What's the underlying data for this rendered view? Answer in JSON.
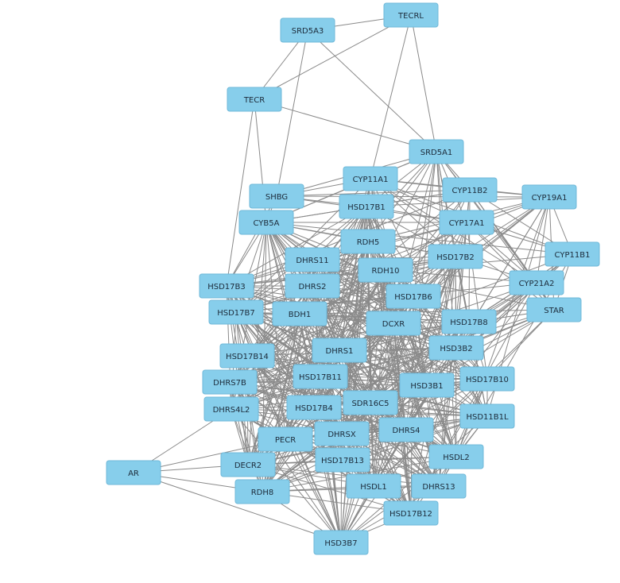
{
  "colors": {
    "node_fill": "#87ceeb",
    "node_stroke": "#6fb8d8",
    "edge": "#8a8a8a",
    "background": "#ffffff"
  },
  "nodes": [
    {
      "id": "TECRL",
      "label": "TECRL"
    },
    {
      "id": "SRD5A3",
      "label": "SRD5A3"
    },
    {
      "id": "TECR",
      "label": "TECR"
    },
    {
      "id": "SRD5A1",
      "label": "SRD5A1"
    },
    {
      "id": "CYP11A1",
      "label": "CYP11A1"
    },
    {
      "id": "CYP11B2",
      "label": "CYP11B2"
    },
    {
      "id": "CYP19A1",
      "label": "CYP19A1"
    },
    {
      "id": "SHBG",
      "label": "SHBG"
    },
    {
      "id": "HSD17B1",
      "label": "HSD17B1"
    },
    {
      "id": "CYP17A1",
      "label": "CYP17A1"
    },
    {
      "id": "CYB5A",
      "label": "CYB5A"
    },
    {
      "id": "RDH5",
      "label": "RDH5"
    },
    {
      "id": "CYP11B1",
      "label": "CYP11B1"
    },
    {
      "id": "HSD17B2",
      "label": "HSD17B2"
    },
    {
      "id": "DHRS11",
      "label": "DHRS11"
    },
    {
      "id": "RDH10",
      "label": "RDH10"
    },
    {
      "id": "CYP21A2",
      "label": "CYP21A2"
    },
    {
      "id": "HSD17B3",
      "label": "HSD17B3"
    },
    {
      "id": "DHRS2",
      "label": "DHRS2"
    },
    {
      "id": "HSD17B6",
      "label": "HSD17B6"
    },
    {
      "id": "STAR",
      "label": "STAR"
    },
    {
      "id": "HSD17B7",
      "label": "HSD17B7"
    },
    {
      "id": "BDH1",
      "label": "BDH1"
    },
    {
      "id": "DCXR",
      "label": "DCXR"
    },
    {
      "id": "HSD17B8",
      "label": "HSD17B8"
    },
    {
      "id": "HSD3B2",
      "label": "HSD3B2"
    },
    {
      "id": "DHRS1",
      "label": "DHRS1"
    },
    {
      "id": "HSD17B14",
      "label": "HSD17B14"
    },
    {
      "id": "HSD17B11",
      "label": "HSD17B11"
    },
    {
      "id": "HSD17B10",
      "label": "HSD17B10"
    },
    {
      "id": "DHRS7B",
      "label": "DHRS7B"
    },
    {
      "id": "HSD3B1",
      "label": "HSD3B1"
    },
    {
      "id": "SDR16C5",
      "label": "SDR16C5"
    },
    {
      "id": "HSD17B4",
      "label": "HSD17B4"
    },
    {
      "id": "DHRS4L2",
      "label": "DHRS4L2"
    },
    {
      "id": "HSD11B1L",
      "label": "HSD11B1L"
    },
    {
      "id": "DHRS4",
      "label": "DHRS4"
    },
    {
      "id": "DHRSX",
      "label": "DHRSX"
    },
    {
      "id": "PECR",
      "label": "PECR"
    },
    {
      "id": "HSDL2",
      "label": "HSDL2"
    },
    {
      "id": "HSD17B13",
      "label": "HSD17B13"
    },
    {
      "id": "DECR2",
      "label": "DECR2"
    },
    {
      "id": "AR",
      "label": "AR"
    },
    {
      "id": "HSDL1",
      "label": "HSDL1"
    },
    {
      "id": "DHRS13",
      "label": "DHRS13"
    },
    {
      "id": "RDH8",
      "label": "RDH8"
    },
    {
      "id": "HSD17B12",
      "label": "HSD17B12"
    },
    {
      "id": "HSD3B7",
      "label": "HSD3B7"
    }
  ],
  "edges": [
    [
      "SRD5A3",
      "TECRL"
    ],
    [
      "SRD5A3",
      "TECR"
    ],
    [
      "SRD5A3",
      "SRD5A1"
    ],
    [
      "SRD5A3",
      "SHBG"
    ],
    [
      "TECRL",
      "TECR"
    ],
    [
      "TECRL",
      "SRD5A1"
    ],
    [
      "TECRL",
      "CYP11A1"
    ],
    [
      "TECR",
      "SRD5A1"
    ],
    [
      "TECR",
      "CYB5A"
    ],
    [
      "TECR",
      "HSD17B3"
    ],
    [
      "SRD5A1",
      "CYP11A1"
    ],
    [
      "SRD5A1",
      "CYP11B2"
    ],
    [
      "SRD5A1",
      "CYP17A1"
    ],
    [
      "SRD5A1",
      "HSD17B1"
    ],
    [
      "SRD5A1",
      "CYB5A"
    ],
    [
      "SRD5A1",
      "SHBG"
    ],
    [
      "SRD5A1",
      "RDH5"
    ],
    [
      "SRD5A1",
      "HSD17B2"
    ],
    [
      "SRD5A1",
      "CYP21A2"
    ],
    [
      "SRD5A1",
      "HSD3B2"
    ],
    [
      "SRD5A1",
      "STAR"
    ],
    [
      "CYP11A1",
      "CYP11B2"
    ],
    [
      "CYP11A1",
      "CYP19A1"
    ],
    [
      "CYP11A1",
      "SHBG"
    ],
    [
      "CYP11A1",
      "CYP17A1"
    ],
    [
      "CYP11A1",
      "CYP11B1"
    ],
    [
      "CYP11A1",
      "CYP21A2"
    ],
    [
      "CYP11A1",
      "STAR"
    ],
    [
      "CYP11A1",
      "HSD3B2"
    ],
    [
      "CYP11A1",
      "HSD3B1"
    ],
    [
      "CYP11A1",
      "CYB5A"
    ],
    [
      "CYP11A1",
      "HSD17B1"
    ],
    [
      "CYP11B2",
      "CYP19A1"
    ],
    [
      "CYP11B2",
      "CYP17A1"
    ],
    [
      "CYP11B2",
      "CYP11B1"
    ],
    [
      "CYP11B2",
      "CYP21A2"
    ],
    [
      "CYP11B2",
      "STAR"
    ],
    [
      "CYP11B2",
      "HSD3B2"
    ],
    [
      "CYP11B2",
      "HSD17B1"
    ],
    [
      "CYP19A1",
      "CYP17A1"
    ],
    [
      "CYP19A1",
      "CYP11B1"
    ],
    [
      "CYP19A1",
      "CYP21A2"
    ],
    [
      "CYP19A1",
      "STAR"
    ],
    [
      "CYP19A1",
      "HSD3B2"
    ],
    [
      "CYP19A1",
      "HSD17B1"
    ],
    [
      "CYP19A1",
      "HSD17B2"
    ],
    [
      "CYP19A1",
      "SHBG"
    ],
    [
      "CYP17A1",
      "CYP11B1"
    ],
    [
      "CYP17A1",
      "CYP21A2"
    ],
    [
      "CYP17A1",
      "STAR"
    ],
    [
      "CYP17A1",
      "HSD3B2"
    ],
    [
      "CYP17A1",
      "HSD3B1"
    ],
    [
      "CYP17A1",
      "HSD17B1"
    ],
    [
      "CYP17A1",
      "HSD17B3"
    ],
    [
      "CYP17A1",
      "CYB5A"
    ],
    [
      "CYP17A1",
      "SHBG"
    ],
    [
      "CYP11B1",
      "CYP21A2"
    ],
    [
      "CYP11B1",
      "STAR"
    ],
    [
      "CYP11B1",
      "HSD3B2"
    ],
    [
      "CYP11B1",
      "HSD3B1"
    ],
    [
      "CYP21A2",
      "STAR"
    ],
    [
      "CYP21A2",
      "HSD3B2"
    ],
    [
      "CYP21A2",
      "HSD3B1"
    ],
    [
      "CYP21A2",
      "HSD17B8"
    ],
    [
      "STAR",
      "HSD3B2"
    ],
    [
      "STAR",
      "HSD3B1"
    ],
    [
      "STAR",
      "HSD17B10"
    ],
    [
      "SHBG",
      "HSD17B1"
    ],
    [
      "SHBG",
      "CYB5A"
    ],
    [
      "SHBG",
      "HSD17B3"
    ],
    [
      "SHBG",
      "CYP11B2"
    ],
    [
      "CYB5A",
      "HSD17B1"
    ],
    [
      "CYB5A",
      "RDH5"
    ],
    [
      "CYB5A",
      "HSD17B2"
    ],
    [
      "CYB5A",
      "CYP11B2"
    ],
    [
      "AR",
      "DHRS4L2"
    ],
    [
      "AR",
      "DECR2"
    ],
    [
      "AR",
      "RDH8"
    ],
    [
      "AR",
      "HSD3B7"
    ],
    [
      "AR",
      "PECR"
    ]
  ],
  "dense_cluster": [
    "HSD17B1",
    "HSD17B2",
    "HSD17B3",
    "HSD17B4",
    "HSD17B6",
    "HSD17B7",
    "HSD17B8",
    "HSD17B10",
    "HSD17B11",
    "HSD17B12",
    "HSD17B13",
    "HSD17B14",
    "RDH5",
    "RDH10",
    "RDH8",
    "DHRS11",
    "DHRS2",
    "DHRS1",
    "DHRS7B",
    "DHRS4L2",
    "DHRS4",
    "DHRSX",
    "DHRS13",
    "BDH1",
    "DCXR",
    "HSD3B1",
    "HSD3B2",
    "SDR16C5",
    "HSD11B1L",
    "PECR",
    "DECR2",
    "HSDL1",
    "HSDL2",
    "HSD3B7",
    "CYB5A"
  ]
}
